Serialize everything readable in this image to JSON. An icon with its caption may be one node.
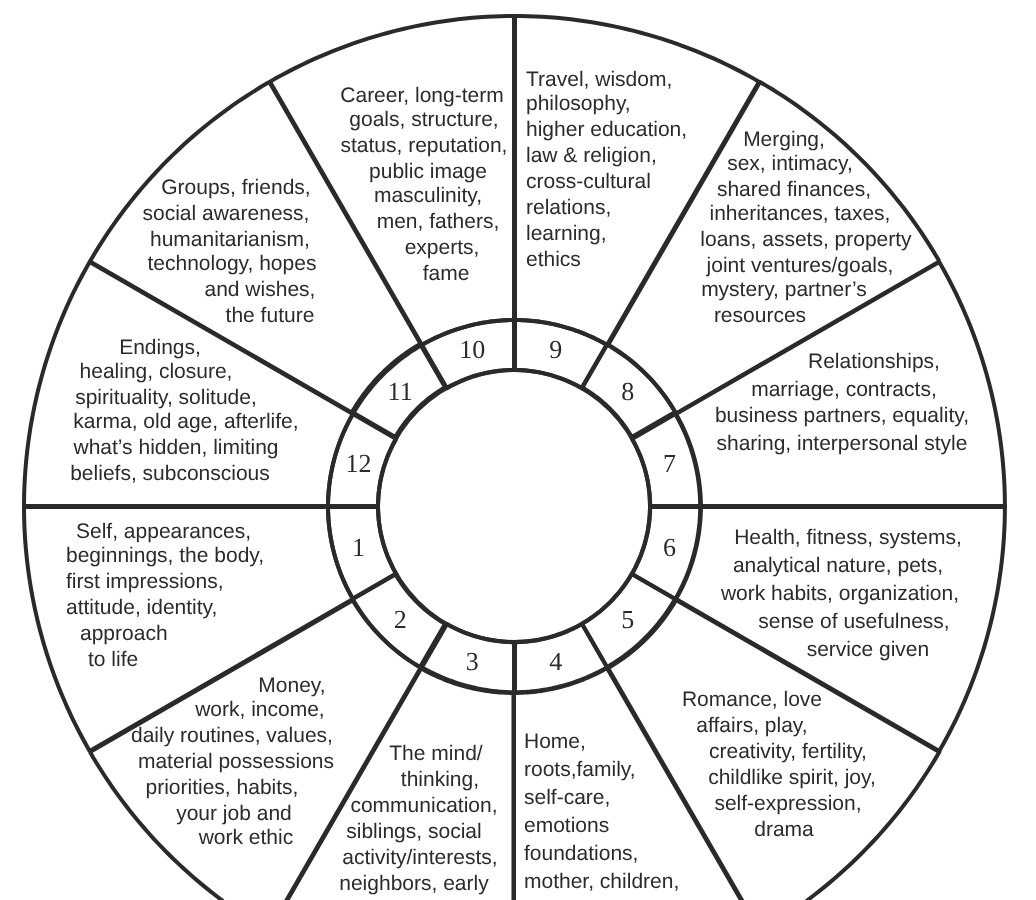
{
  "diagram": {
    "nodes": [
      {
        "text": [
          "1"
        ]
      },
      {
        "text": [
          "Self, appearances, beginnings, the body, first impressions, attitude, identity, approach to life"
        ]
      },
      {
        "text": [
          "2"
        ]
      },
      {
        "text": [
          "Money, work, income, daily routines, values, material possessions priorities, habits, your job and work ethic"
        ]
      },
      {
        "text": [
          "3"
        ]
      },
      {
        "text": [
          "The mind/ thinking, communication, siblings, social activity/interests, neighbors, early"
        ]
      },
      {
        "text": [
          "4"
        ]
      },
      {
        "text": [
          "Home, roots,family, self-care, emotions foundations, mother, children,"
        ]
      },
      {
        "text": [
          "5"
        ]
      },
      {
        "text": [
          "Romance, love affairs, play, creativity, fertility, childlike spirit, joy, self-expression, drama"
        ]
      },
      {
        "text": [
          "6"
        ]
      },
      {
        "text": [
          "Health, fitness, systems, analytical nature, pets, work habits, organization, sense of usefulness, service given"
        ]
      },
      {
        "text": [
          "7"
        ]
      },
      {
        "text": [
          "Relationships, marriage, contracts, business partners, equality, sharing, interpersonal style"
        ]
      },
      {
        "text": [
          "8"
        ]
      },
      {
        "text": [
          "Merging, sex, intimacy, shared finances, inheritances, taxes, loans, assets, property joint ventures/goals, mystery, partner’s resources"
        ]
      },
      {
        "text": [
          "9"
        ]
      },
      {
        "text": [
          "Travel, wisdom, philosophy, higher education, law & religion, cross-cultural relations, learning, ethics"
        ]
      },
      {
        "text": [
          "10"
        ]
      },
      {
        "text": [
          "Career, long-term goals, structure, status, reputation, public image masculinity, men, fathers, experts, fame"
        ]
      },
      {
        "text": [
          "11"
        ]
      },
      {
        "text": [
          "Groups, friends, social awareness, humanitarianism, technology, hopes and wishes, the future"
        ]
      },
      {
        "text": [
          "12"
        ]
      },
      {
        "text": [
          "Endings, healing, closure, spirituality, solitude, karma, old age, afterlife, what’s hidden, limiting beliefs, subconscious"
        ]
      },
      {
        "text": [],
        "shape": "circle"
      }
    ]
  }
}
